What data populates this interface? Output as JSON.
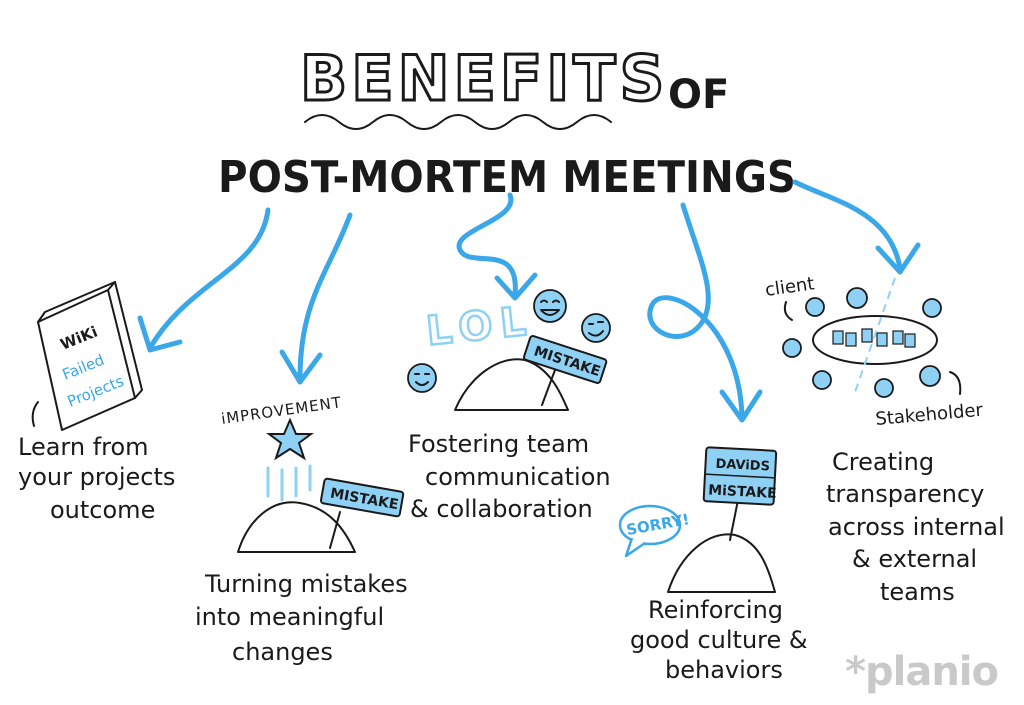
{
  "title": {
    "word1": "BENEFITS",
    "word2": "OF",
    "line2": "POST-MORTEM MEETINGS"
  },
  "benefits": [
    {
      "caption": [
        "Learn from",
        "your projects",
        "outcome"
      ],
      "book": {
        "title": "WiKi",
        "line1": "Failed",
        "line2": "Projects"
      }
    },
    {
      "caption": [
        "Turning mistakes",
        "into meaningful",
        "changes"
      ],
      "label": "iMPROVEMENT",
      "sign": "MISTAKE"
    },
    {
      "caption": [
        "Fostering team",
        "communication",
        "& collaboration"
      ],
      "label": "LOL",
      "sign": "MISTAKE"
    },
    {
      "caption": [
        "Reinforcing",
        "good culture &",
        "behaviors"
      ],
      "bubble": "SORRY!",
      "sign1": "DAViDS",
      "sign2": "MiSTAKE"
    },
    {
      "caption": [
        "Creating",
        "transparency",
        "across internal",
        "& external",
        "teams"
      ],
      "label_client": "client",
      "label_stakeholder": "Stakeholder"
    }
  ],
  "brand": "*planio",
  "colors": {
    "accent": "#3aa7e8",
    "sign_fill": "#8fd1f5",
    "ink": "#1a1a1a",
    "brand_gray": "#c9c9c9"
  }
}
